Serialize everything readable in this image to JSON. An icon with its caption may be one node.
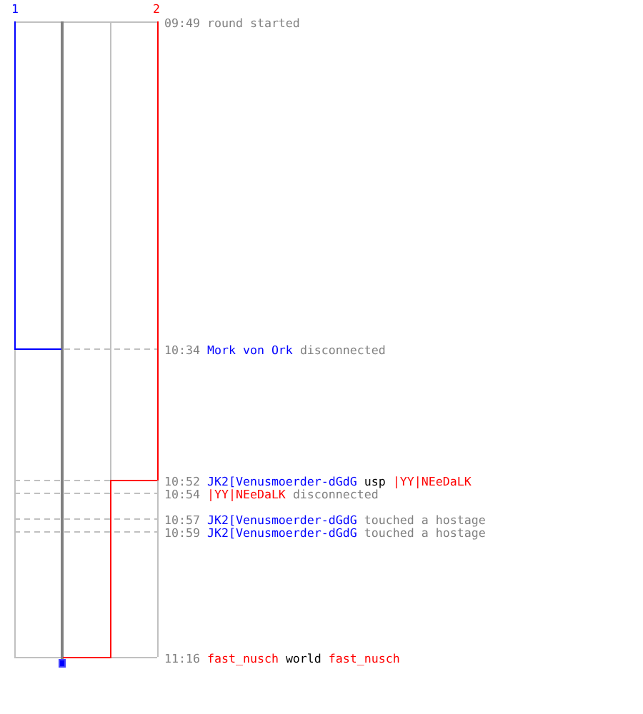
{
  "diagram": {
    "labels": [
      "1",
      "2",
      "09:49",
      "round started",
      "10:34",
      "Mork von Ork",
      "disconnected",
      "10:52",
      "JK2[Venusmoerder-dGdG",
      "usp",
      "|YY|NEeDaLK",
      "10:54",
      "|YY|NEeDaLK",
      "disconnected",
      "10:57",
      "JK2[Venusmoerder-dGdG",
      "touched a hostage",
      "10:59",
      "JK2[Venusmoerder-dGdG",
      "touched a hostage",
      "11:16",
      "fast_nusch",
      "world",
      "fast_nusch"
    ]
  }
}
